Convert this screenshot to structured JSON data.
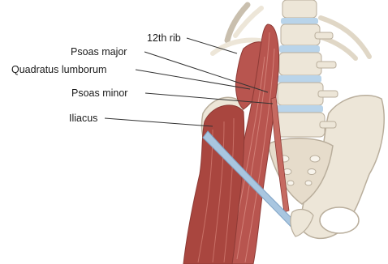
{
  "diagram": {
    "labels": {
      "twelfth_rib": "12th rib",
      "psoas_major": "Psoas major",
      "quadratus_lumborum": "Quadratus lumborum",
      "psoas_minor": "Psoas minor",
      "iliacus": "Iliacus"
    },
    "colors": {
      "muscle": "#b8554f",
      "muscle_dark": "#8e3a35",
      "muscle_light": "#d98a80",
      "bone": "#ede6d8",
      "bone_shadow": "#c9bfae",
      "disc": "#b9d4ea",
      "ligament": "#a9c6e0",
      "leader_line": "#333333"
    }
  }
}
